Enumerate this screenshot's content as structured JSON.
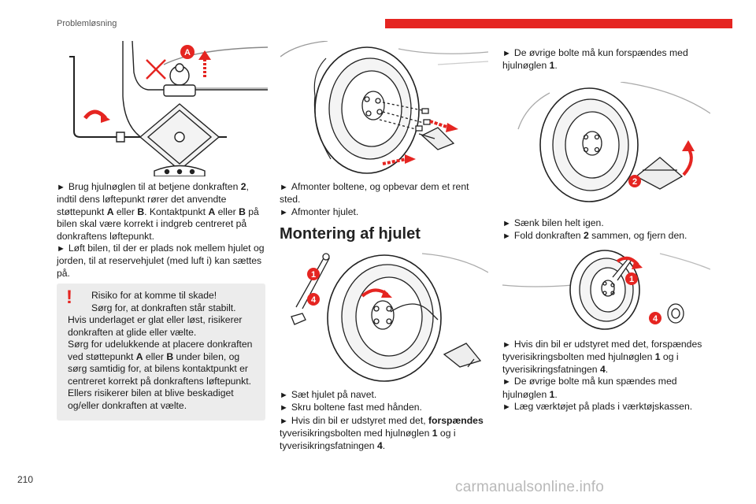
{
  "header": {
    "section": "Problemløsning",
    "accent_color": "#e52521"
  },
  "page_number": "210",
  "watermark": "carmanualsonline.info",
  "left": {
    "figure_labels": [
      "A"
    ],
    "step1_a": "Brug hjulnøglen til at betjene donkraften ",
    "step1_b": "2",
    "step1_c": ", indtil dens løftepunkt rører det anvendte støttepunkt ",
    "step1_d": "A",
    "step1_e": " eller ",
    "step1_f": "B",
    "step1_g": ". Kontaktpunkt ",
    "step1_h": "A",
    "step1_i": " eller ",
    "step1_j": "B",
    "step1_k": " på bilen skal være korrekt i indgreb centreret på donkraftens løftepunkt.",
    "step2": "Løft bilen, til der er plads nok mellem hjulet og jorden, til at reservehjulet (med luft i) kan sættes på."
  },
  "warning": {
    "line1": "Risiko for at komme til skade!",
    "line2": "Sørg for, at donkraften står stabilt.",
    "line3": "Hvis underlaget er glat eller løst, risikerer donkraften at glide eller vælte.",
    "line4_a": "Sørg for udelukkende at placere donkraften ved støttepunkt ",
    "line4_b": "A",
    "line4_c": " eller ",
    "line4_d": "B",
    "line4_e": " under bilen, og sørg samtidig for, at bilens kontaktpunkt er centreret korrekt på donkraftens løftepunkt.",
    "line5": "Ellers risikerer bilen at blive beskadiget og/eller donkraften at vælte."
  },
  "middle": {
    "step1": "Afmonter boltene, og opbevar dem et rent sted.",
    "step2": "Afmonter hjulet.",
    "section_title": "Montering af hjulet",
    "figure_labels": [
      "1",
      "4"
    ],
    "step3": "Sæt hjulet på navet.",
    "step4": "Skru boltene fast med hånden.",
    "step5_a": "Hvis din bil er udstyret med det, ",
    "step5_b": "forspændes",
    "step5_c": " tyverisikringsbolten med hjulnøglen ",
    "step5_d": "1",
    "step5_e": " og i tyverisikringsfatningen ",
    "step5_f": "4",
    "step5_g": "."
  },
  "right": {
    "step1_a": "De øvrige bolte må kun forspændes med hjulnøglen ",
    "step1_b": "1",
    "step1_c": ".",
    "figure1_labels": [
      "2"
    ],
    "step2": "Sænk bilen helt igen.",
    "step3_a": "Fold donkraften ",
    "step3_b": "2",
    "step3_c": " sammen, og fjern den.",
    "figure2_labels": [
      "1",
      "4"
    ],
    "step4_a": "Hvis din bil er udstyret med det, forspændes tyverisikringsbolten med hjulnøglen ",
    "step4_b": "1",
    "step4_c": " og i tyverisikringsfatningen ",
    "step4_d": "4",
    "step4_e": ".",
    "step5_a": "De øvrige bolte må kun spændes med hjulnøglen ",
    "step5_b": "1",
    "step5_c": ".",
    "step6": "Læg værktøjet på plads i værktøjskassen."
  }
}
